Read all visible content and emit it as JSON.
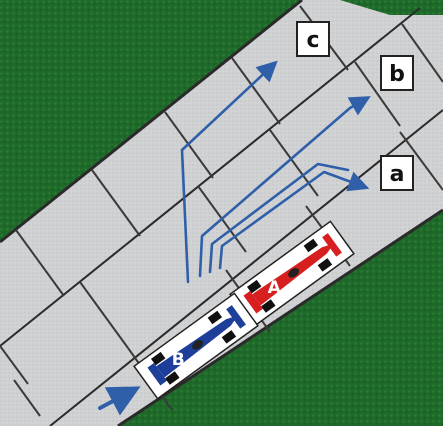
{
  "labels": {
    "lane_a": "a",
    "lane_b": "b",
    "lane_c": "c"
  },
  "cars": {
    "car_a": {
      "letter": "A",
      "color": "#d81f1f"
    },
    "car_b": {
      "letter": "B",
      "color": "#1d3f9a"
    }
  },
  "colors": {
    "grass": "#1f6a2a",
    "road": "#cfd0d2",
    "road_lines": "#3a3a3a",
    "arrow": "#2f5fa8",
    "label_box": "#ffffff",
    "label_border": "#222222"
  }
}
